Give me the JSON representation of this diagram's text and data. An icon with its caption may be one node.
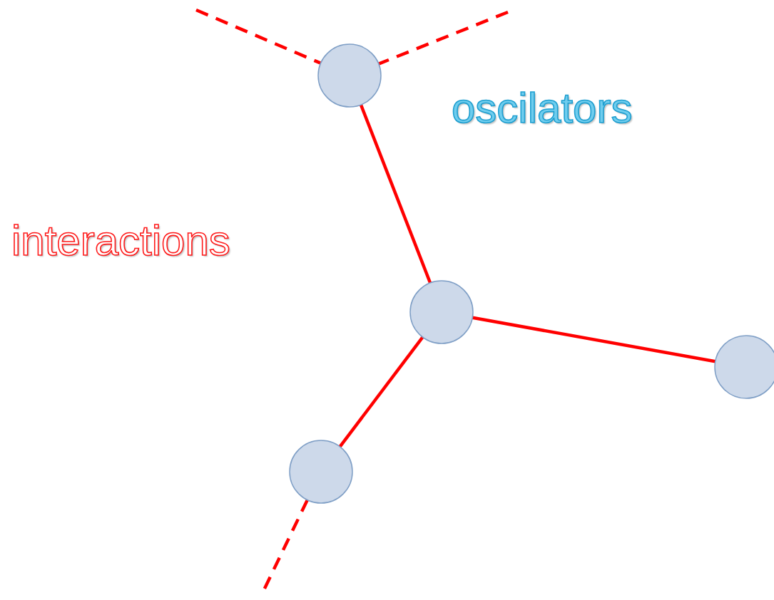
{
  "diagram": {
    "nodes": [
      {
        "text": [],
        "shape": "circle"
      },
      {
        "text": [],
        "shape": "circle"
      },
      {
        "text": [],
        "shape": "circle"
      },
      {
        "text": [],
        "shape": "circle"
      }
    ],
    "edges": [
      {
        "from": null,
        "to": 0,
        "arrow": "none",
        "style": "dashed"
      },
      {
        "from": null,
        "to": 0,
        "arrow": "none",
        "style": "dashed"
      },
      {
        "from": 0,
        "to": 1,
        "arrow": "none"
      },
      {
        "from": 1,
        "to": 2,
        "arrow": "none"
      },
      {
        "from": 1,
        "to": 3,
        "arrow": "none"
      },
      {
        "from": 3,
        "to": null,
        "arrow": "none",
        "style": "dashed"
      }
    ],
    "labels": [
      "oscilators",
      "interactions"
    ]
  }
}
